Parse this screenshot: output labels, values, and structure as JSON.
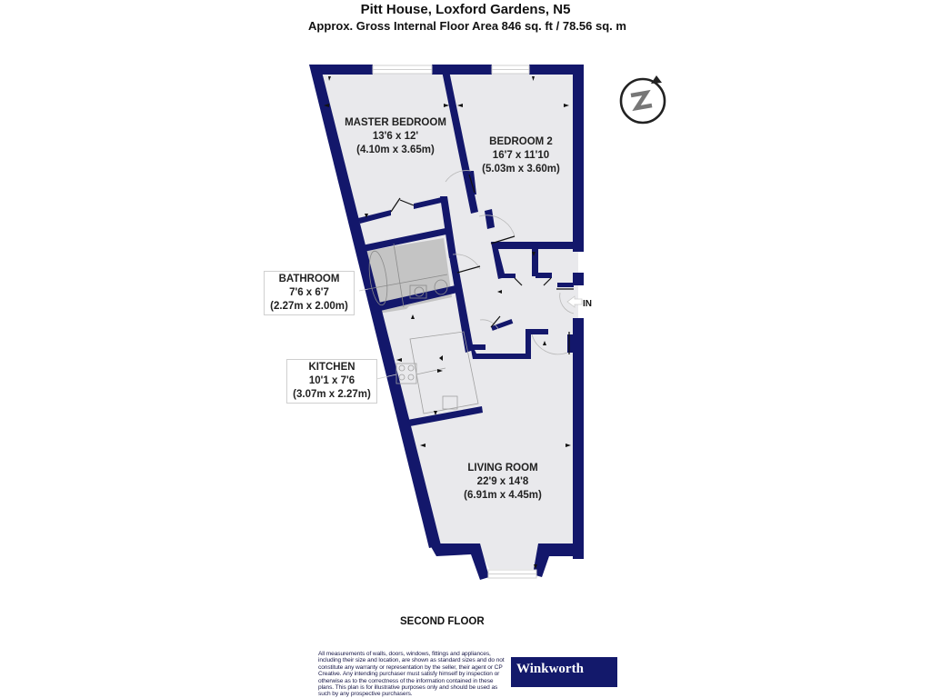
{
  "header": {
    "title": "Pitt House, Loxford Gardens, N5",
    "subtitle": "Approx. Gross Internal Floor Area 846 sq. ft / 78.56 sq. m"
  },
  "floor": {
    "name": "SECOND FLOOR",
    "entrance_label": "IN",
    "compass": "north-arrow-icon"
  },
  "rooms": {
    "master_bedroom": {
      "name": "MASTER BEDROOM",
      "imperial": "13'6 x 12'",
      "metric": "(4.10m x 3.65m)"
    },
    "bedroom_2": {
      "name": "BEDROOM 2",
      "imperial": "16'7 x 11'10",
      "metric": "(5.03m x 3.60m)"
    },
    "bathroom": {
      "name": "BATHROOM",
      "imperial": "7'6 x 6'7",
      "metric": "(2.27m x 2.00m)"
    },
    "kitchen": {
      "name": "KITCHEN",
      "imperial": "10'1 x 7'6",
      "metric": "(3.07m x 2.27m)"
    },
    "living_room": {
      "name": "LIVING ROOM",
      "imperial": "22'9 x 14'8",
      "metric": "(6.91m x 4.45m)"
    }
  },
  "footer": {
    "disclaimer": "All measurements of walls, doors, windows, fittings and appliances, including their size and location, are shown as standard sizes and do not constitute any warranty or representation by the seller, their agent or CP Creative. Any intending purchaser must satisfy himself by inspection or otherwise as to the correctness of the information contained in these plans. This plan is for illustrative purposes only and should be used as such by any prospective purchasers.",
    "brand": "Winkworth"
  },
  "colors": {
    "wall": "#13176b",
    "floor": "#e9e9ec",
    "bathroom_floor": "#c4c4c4",
    "brand_bg": "#13196b"
  }
}
